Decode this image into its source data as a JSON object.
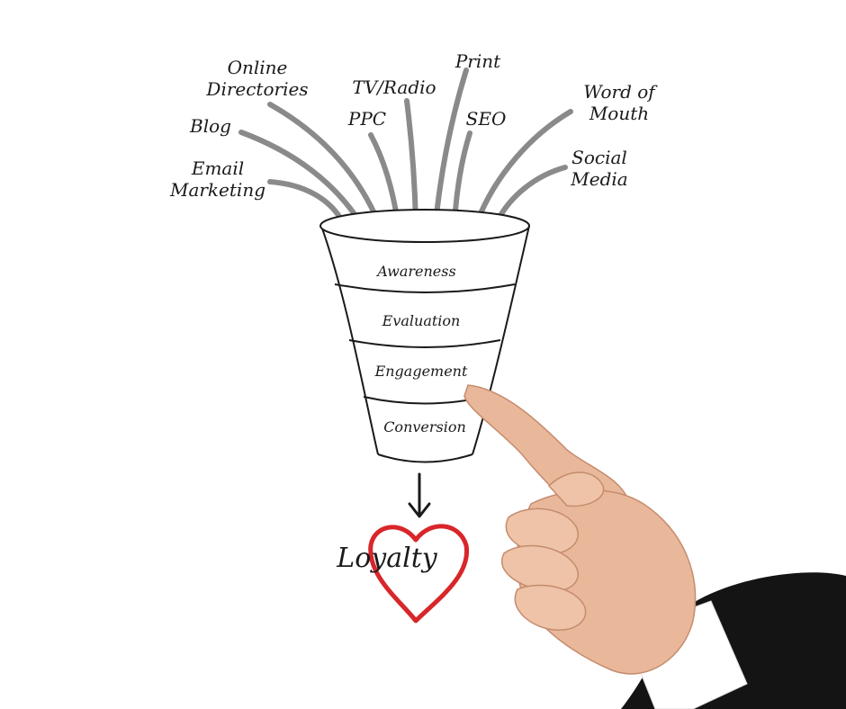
{
  "diagram": {
    "sources": [
      {
        "label": [
          "Online",
          "Directories"
        ],
        "icon": "source-online-directories"
      },
      {
        "label": [
          "TV/Radio"
        ],
        "icon": "source-tv-radio"
      },
      {
        "label": [
          "Print"
        ],
        "icon": "source-print"
      },
      {
        "label": [
          "Blog"
        ],
        "icon": "source-blog"
      },
      {
        "label": [
          "PPC"
        ],
        "icon": "source-ppc"
      },
      {
        "label": [
          "SEO"
        ],
        "icon": "source-seo"
      },
      {
        "label": [
          "Word of",
          "Mouth"
        ],
        "icon": "source-word-of-mouth"
      },
      {
        "label": [
          "Email",
          "Marketing"
        ],
        "icon": "source-email-marketing"
      },
      {
        "label": [
          "Social",
          "Media"
        ],
        "icon": "source-social-media"
      }
    ],
    "funnel_stages": [
      "Awareness",
      "Evaluation",
      "Engagement",
      "Conversion"
    ],
    "outcome": "Loyalty",
    "colors": {
      "ink": "#1a1a1a",
      "connector": "#8a8a8a",
      "heart": "#d8262a",
      "skin": "#e9b79a",
      "suit": "#141414",
      "cuff": "#ffffff"
    }
  }
}
